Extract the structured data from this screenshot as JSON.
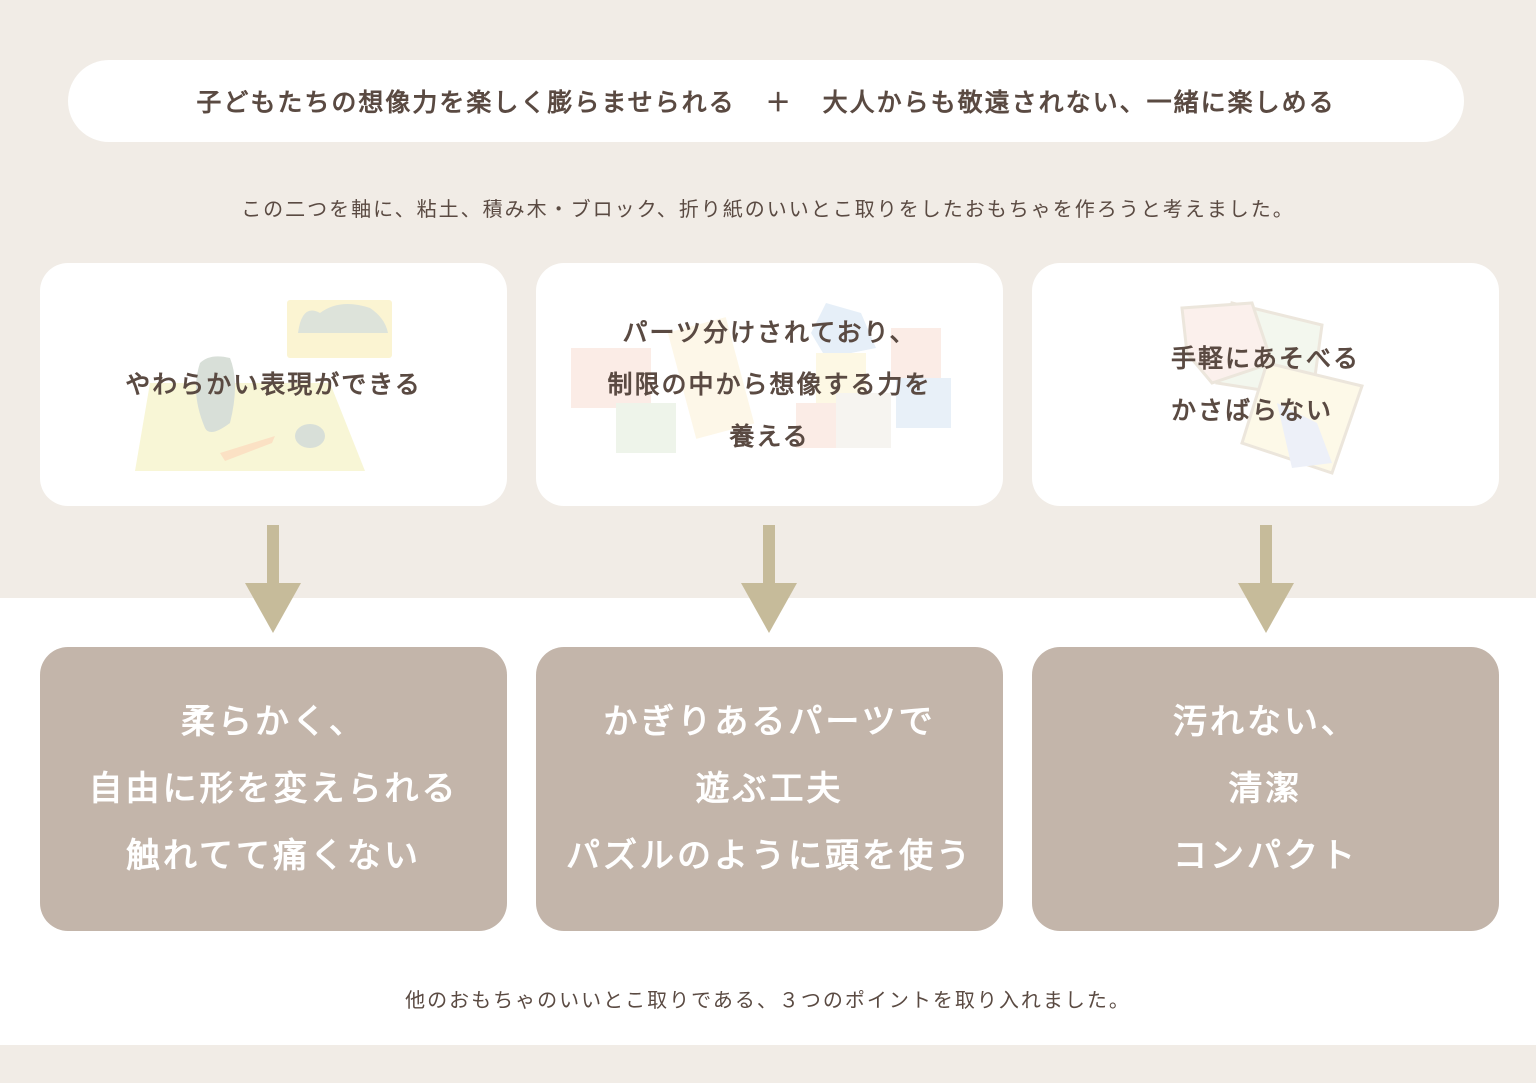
{
  "header": {
    "left": "子どもたちの想像力を楽しく膨らませられる",
    "plus": "＋",
    "right": "大人からも敬遠されない、一緒に楽しめる"
  },
  "intro": "この二つを軸に、粘土、積み木・ブロック、折り紙のいいとこ取りをしたおもちゃを作ろうと考えました。",
  "cards": [
    {
      "lines": [
        "やわらかい表現ができる"
      ],
      "icon": "clay-illustration"
    },
    {
      "lines": [
        "パーツ分けされており、",
        "制限の中から想像する力を",
        "養える"
      ],
      "icon": "blocks-illustration"
    },
    {
      "lines": [
        "手軽にあそべる",
        "かさばらない"
      ],
      "icon": "origami-illustration"
    }
  ],
  "points": [
    {
      "lines": [
        "柔らかく、",
        "自由に形を変えられる",
        "触れてて痛くない"
      ]
    },
    {
      "lines": [
        "かぎりあるパーツで",
        "遊ぶ工夫",
        "パズルのように頭を使う"
      ]
    },
    {
      "lines": [
        "汚れない、",
        "清潔",
        "コンパクト"
      ]
    }
  ],
  "footer": "他のおもちゃのいいとこ取りである、３つのポイントを取り入れました。",
  "colors": {
    "bg": "#f1ece6",
    "arrow": "#c6bb9a",
    "box": "#c3b5aa",
    "text": "#5a4a42"
  }
}
